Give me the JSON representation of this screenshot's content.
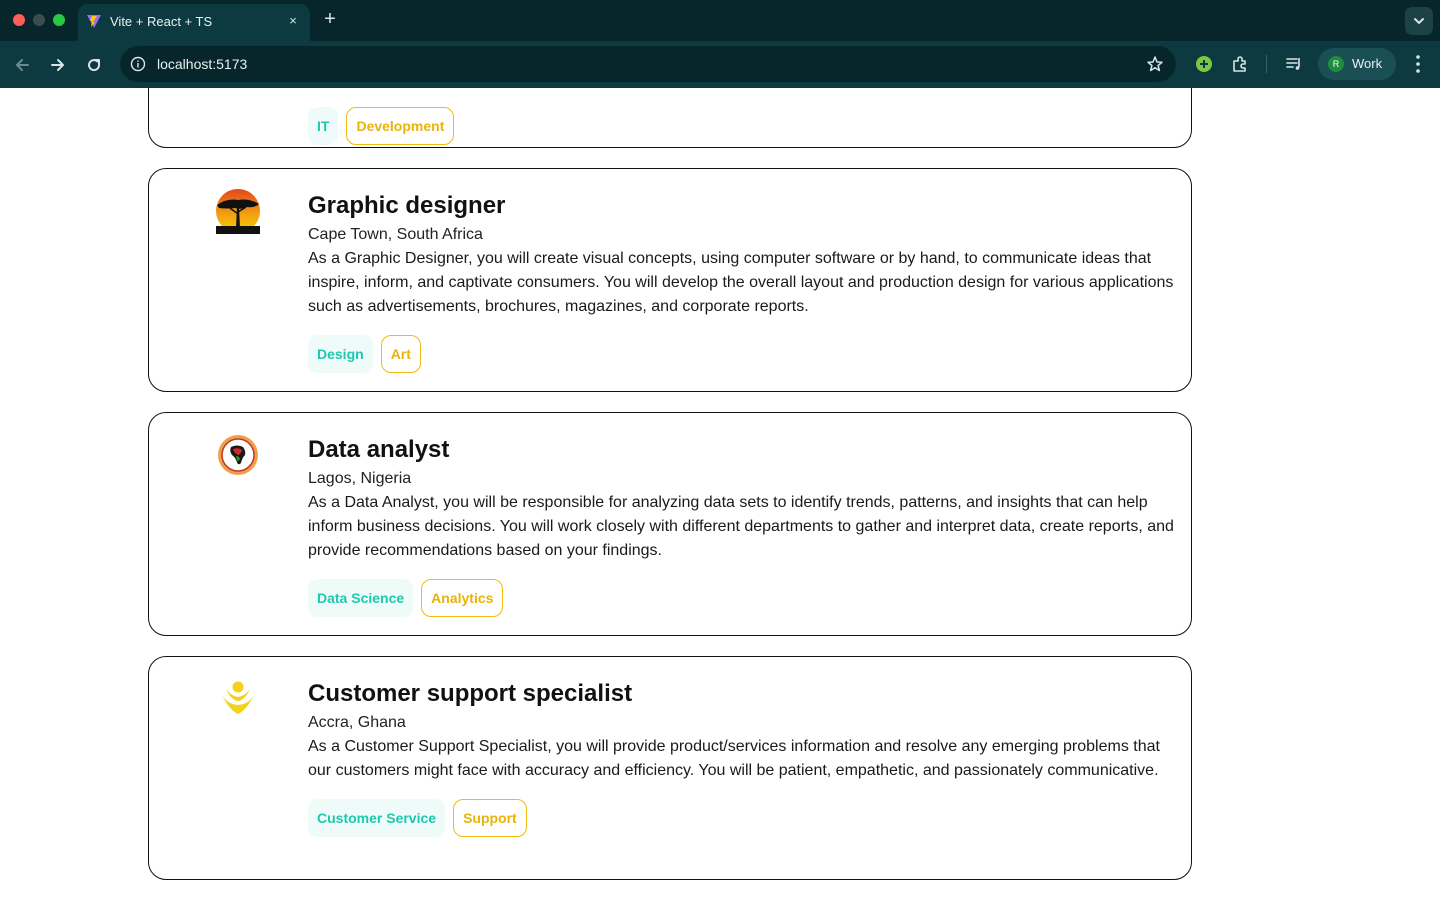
{
  "browser": {
    "tab_title": "Vite + React + TS",
    "tab_close": "×",
    "new_tab": "+",
    "url": "localhost:5173",
    "profile_initial": "R",
    "profile_label": "Work"
  },
  "jobs": [
    {
      "title": "",
      "location": "",
      "description": "",
      "tags": {
        "primary": "IT",
        "secondary": "Development"
      }
    },
    {
      "title": "Graphic designer",
      "location": "Cape Town, South Africa",
      "description": "As a Graphic Designer, you will create visual concepts, using computer software or by hand, to communicate ideas that inspire, inform, and captivate consumers. You will develop the overall layout and production design for various applications such as advertisements, brochures, magazines, and corporate reports.",
      "logo_icon": "acacia-tree-sunset-logo",
      "tags": {
        "primary": "Design",
        "secondary": "Art"
      }
    },
    {
      "title": "Data analyst",
      "location": "Lagos, Nigeria",
      "description": "As a Data Analyst, you will be responsible for analyzing data sets to identify trends, patterns, and insights that can help inform business decisions. You will work closely with different departments to gather and interpret data, create reports, and provide recommendations based on your findings.",
      "logo_icon": "africa-map-badge-logo",
      "tags": {
        "primary": "Data Science",
        "secondary": "Analytics"
      }
    },
    {
      "title": "Customer support specialist",
      "location": "Accra, Ghana",
      "description": "As a Customer Support Specialist, you will provide product/services information and resolve any emerging problems that our customers might face with accuracy and efficiency. You will be patient, empathetic, and passionately communicative.",
      "logo_icon": "yellow-figure-logo",
      "tags": {
        "primary": "Customer Service",
        "secondary": "Support"
      }
    }
  ],
  "colors": {
    "chrome_dark": "#06262b",
    "chrome_toolbar": "#0d3a40",
    "tag_primary_text": "#1dc9b0",
    "tag_primary_bg": "#eefbf9",
    "tag_secondary": "#eab308"
  }
}
